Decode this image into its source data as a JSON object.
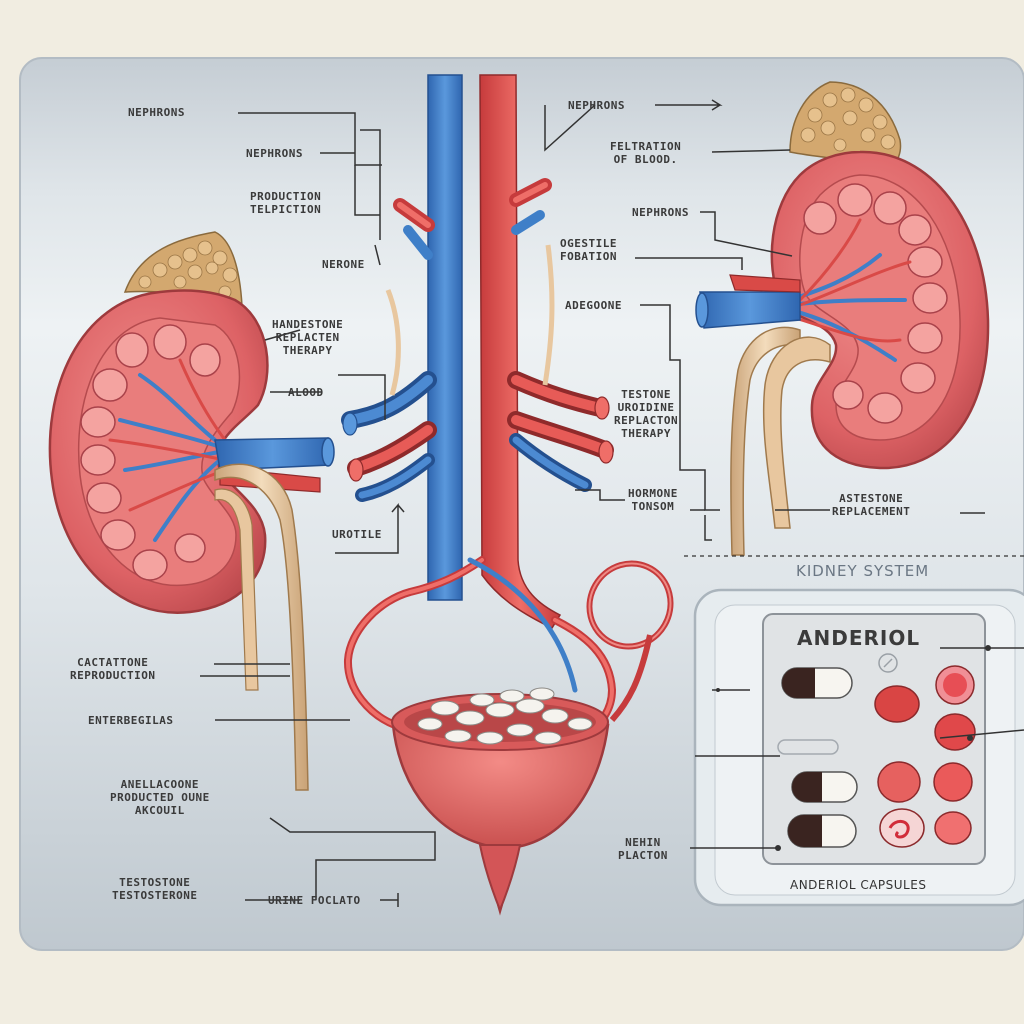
{
  "labels": {
    "l_nephrons_top": "NEPHRONS",
    "l_nephrons_2": "NEPHRONS",
    "l_production": "PRODUCTION\nTELPICTION",
    "l_nerone": "NERONE",
    "l_hrt_left": "HANDESTONE\nREPLACTEN\nTHERAPY",
    "l_alood": "ALOOD",
    "l_urotile": "UROTILE",
    "l_cactattone": "CACTATTONE\nREPRODUCTION",
    "l_enter": "ENTERBEGILAS",
    "l_anele": "ANELLACOONE\nPRODUCTED OUNE\nAKCOUIL",
    "l_testo_bottom": "TESTOSTONE\nTESTOSTERONE",
    "l_urine_foclato": "URINE FOCLATO",
    "l_nephrons_mid_top": "NEPHRONS",
    "l_filtration": "FELTRATION\nOF BLOOD.",
    "l_nephrons_right": "NEPHRONS",
    "l_ogestile": "OGESTILE\nFOBATION",
    "l_adegoone": "ADEGOONE",
    "l_testone_hrt": "TESTONE\nUROIDINE\nREPLACTON\nTHERAPY",
    "l_hormone_tonsom": "HORMONE\nTONSOM",
    "l_astestone": "ASTESTONE\nREPLACEMENT",
    "l_nehin": "NEHIN\nPLACTON"
  },
  "kidney_system_title": "KIDNEY SYSTEM",
  "pack": {
    "title": "ANDERIOL",
    "caption": "ANDERIOL CAPSULES"
  },
  "colors": {
    "background": "#f1ede1",
    "panel": "#c4ccd3",
    "kidney": "#e0676a",
    "kidney_dark": "#9e3a3d",
    "vein": "#3f7fc8",
    "artery": "#d94a47",
    "ureter": "#e8c79f",
    "adrenal": "#d6ae78"
  }
}
